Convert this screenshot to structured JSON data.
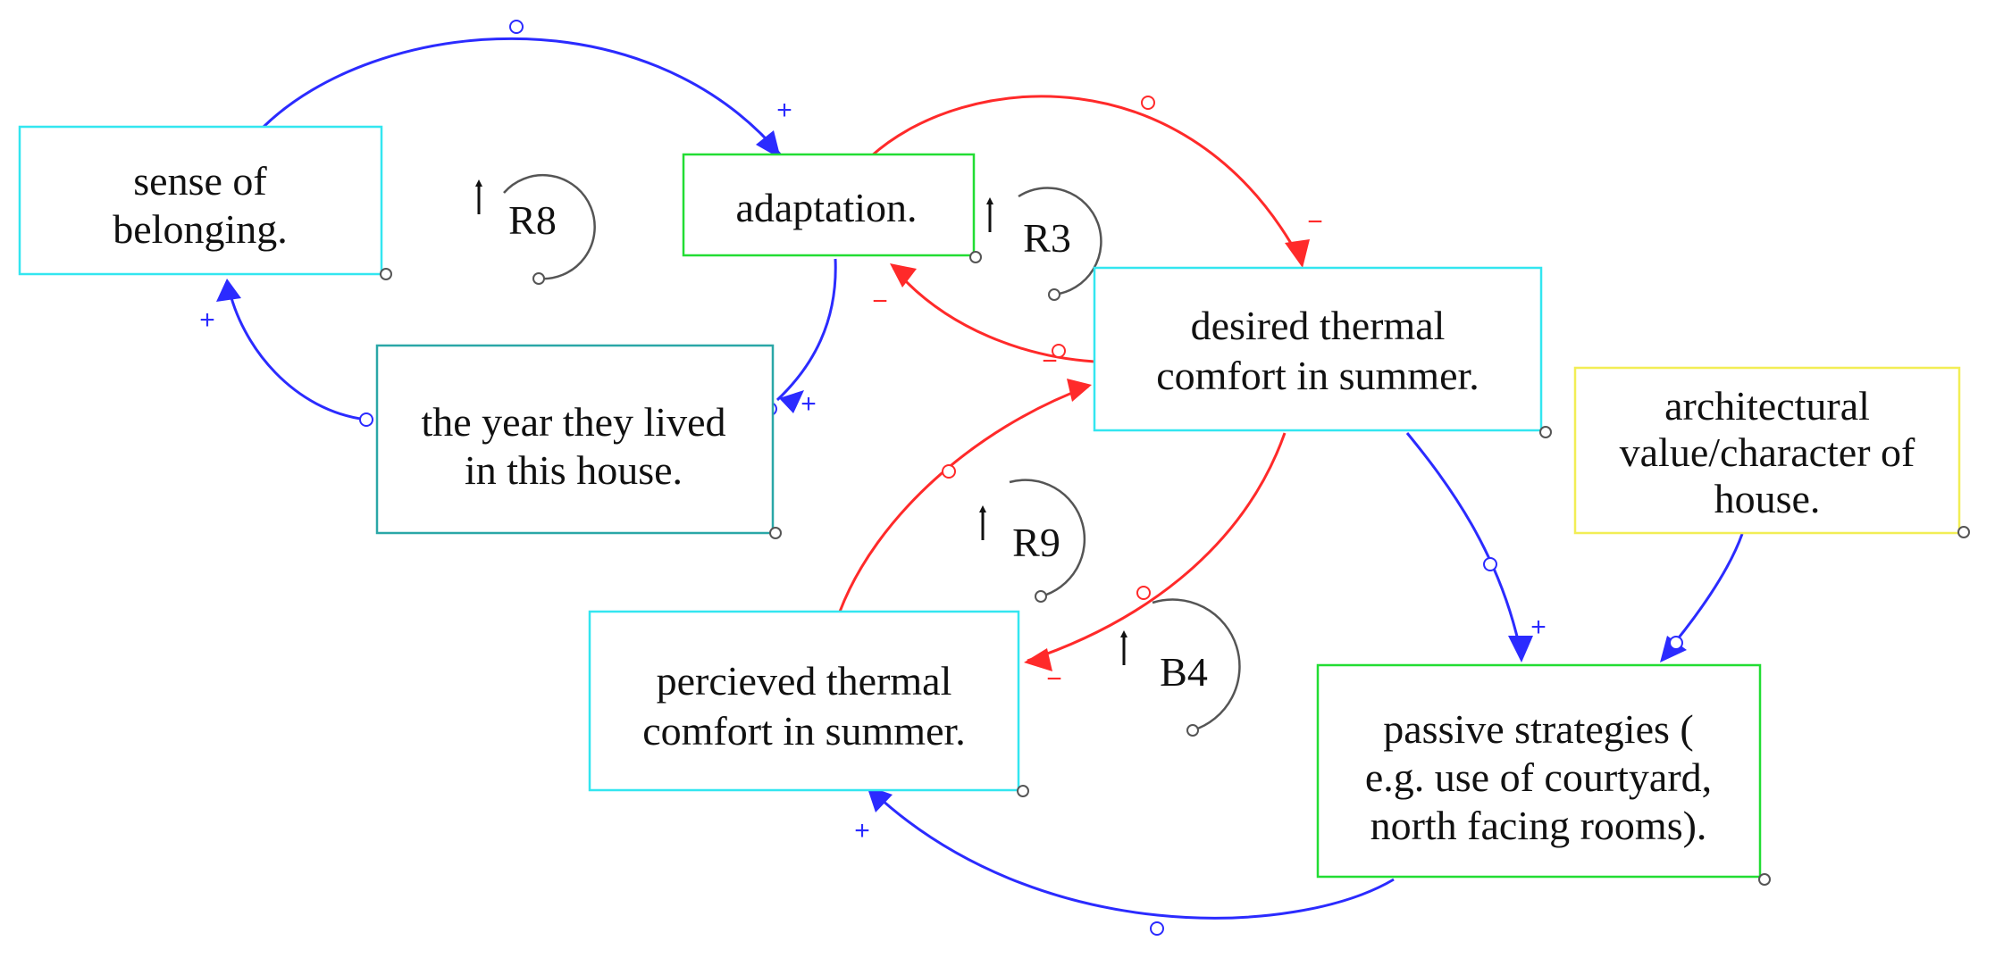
{
  "colors": {
    "positive_link": "#2b2bff",
    "negative_link": "#ff2a2a",
    "cyan_box": "#33e6f0",
    "green_box": "#22dd33",
    "yellow_box": "#f2ee55",
    "teal_box": "#2aa7a7",
    "loop_marker": "#555555",
    "text": "#111111"
  },
  "nodes": [
    {
      "id": "sense-of-belonging",
      "border": "cyan",
      "lines": [
        "sense of",
        "belonging."
      ]
    },
    {
      "id": "adaptation",
      "border": "green",
      "lines": [
        "adaptation."
      ]
    },
    {
      "id": "years-lived",
      "border": "teal",
      "lines": [
        "the year they lived",
        "in this house."
      ]
    },
    {
      "id": "desired-thermal-comfort",
      "border": "cyan",
      "lines": [
        "desired thermal",
        "comfort in summer."
      ]
    },
    {
      "id": "architectural-value",
      "border": "yellow",
      "lines": [
        "architectural",
        "value/character of",
        "house."
      ]
    },
    {
      "id": "perceived-thermal-comfort",
      "border": "cyan",
      "lines": [
        "percieved thermal",
        "comfort in summer."
      ]
    },
    {
      "id": "passive-strategies",
      "border": "green",
      "lines": [
        "passive strategies (",
        "e.g. use of courtyard,",
        "north facing rooms)."
      ]
    }
  ],
  "loops": [
    {
      "id": "loop-r8",
      "label": "R8"
    },
    {
      "id": "loop-r3",
      "label": "R3"
    },
    {
      "id": "loop-r9",
      "label": "R9"
    },
    {
      "id": "loop-b4",
      "label": "B4"
    }
  ],
  "links": [
    {
      "from": "sense-of-belonging",
      "to": "adaptation",
      "polarity": "+"
    },
    {
      "from": "adaptation",
      "to": "years-lived",
      "polarity": "+"
    },
    {
      "from": "years-lived",
      "to": "sense-of-belonging",
      "polarity": "+"
    },
    {
      "from": "adaptation",
      "to": "desired-thermal-comfort",
      "polarity": "−"
    },
    {
      "from": "desired-thermal-comfort",
      "to": "adaptation",
      "polarity": "−"
    },
    {
      "from": "perceived-thermal-comfort",
      "to": "desired-thermal-comfort",
      "polarity": "−"
    },
    {
      "from": "desired-thermal-comfort",
      "to": "perceived-thermal-comfort",
      "polarity": "−"
    },
    {
      "from": "desired-thermal-comfort",
      "to": "passive-strategies",
      "polarity": "+"
    },
    {
      "from": "architectural-value",
      "to": "passive-strategies",
      "polarity": "+"
    },
    {
      "from": "passive-strategies",
      "to": "perceived-thermal-comfort",
      "polarity": "+"
    }
  ]
}
